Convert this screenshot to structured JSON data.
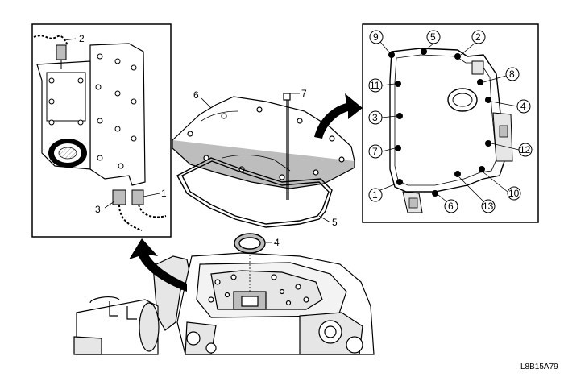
{
  "figure": {
    "reference_code": "L8B15A79",
    "callouts": [
      "1",
      "2",
      "3",
      "4",
      "5",
      "6",
      "7",
      "8",
      "9",
      "10",
      "11",
      "12",
      "13"
    ]
  },
  "colors": {
    "line": "#000000",
    "shade": "#bdbdbd",
    "light_shade": "#e6e6e6",
    "background": "#ffffff"
  }
}
